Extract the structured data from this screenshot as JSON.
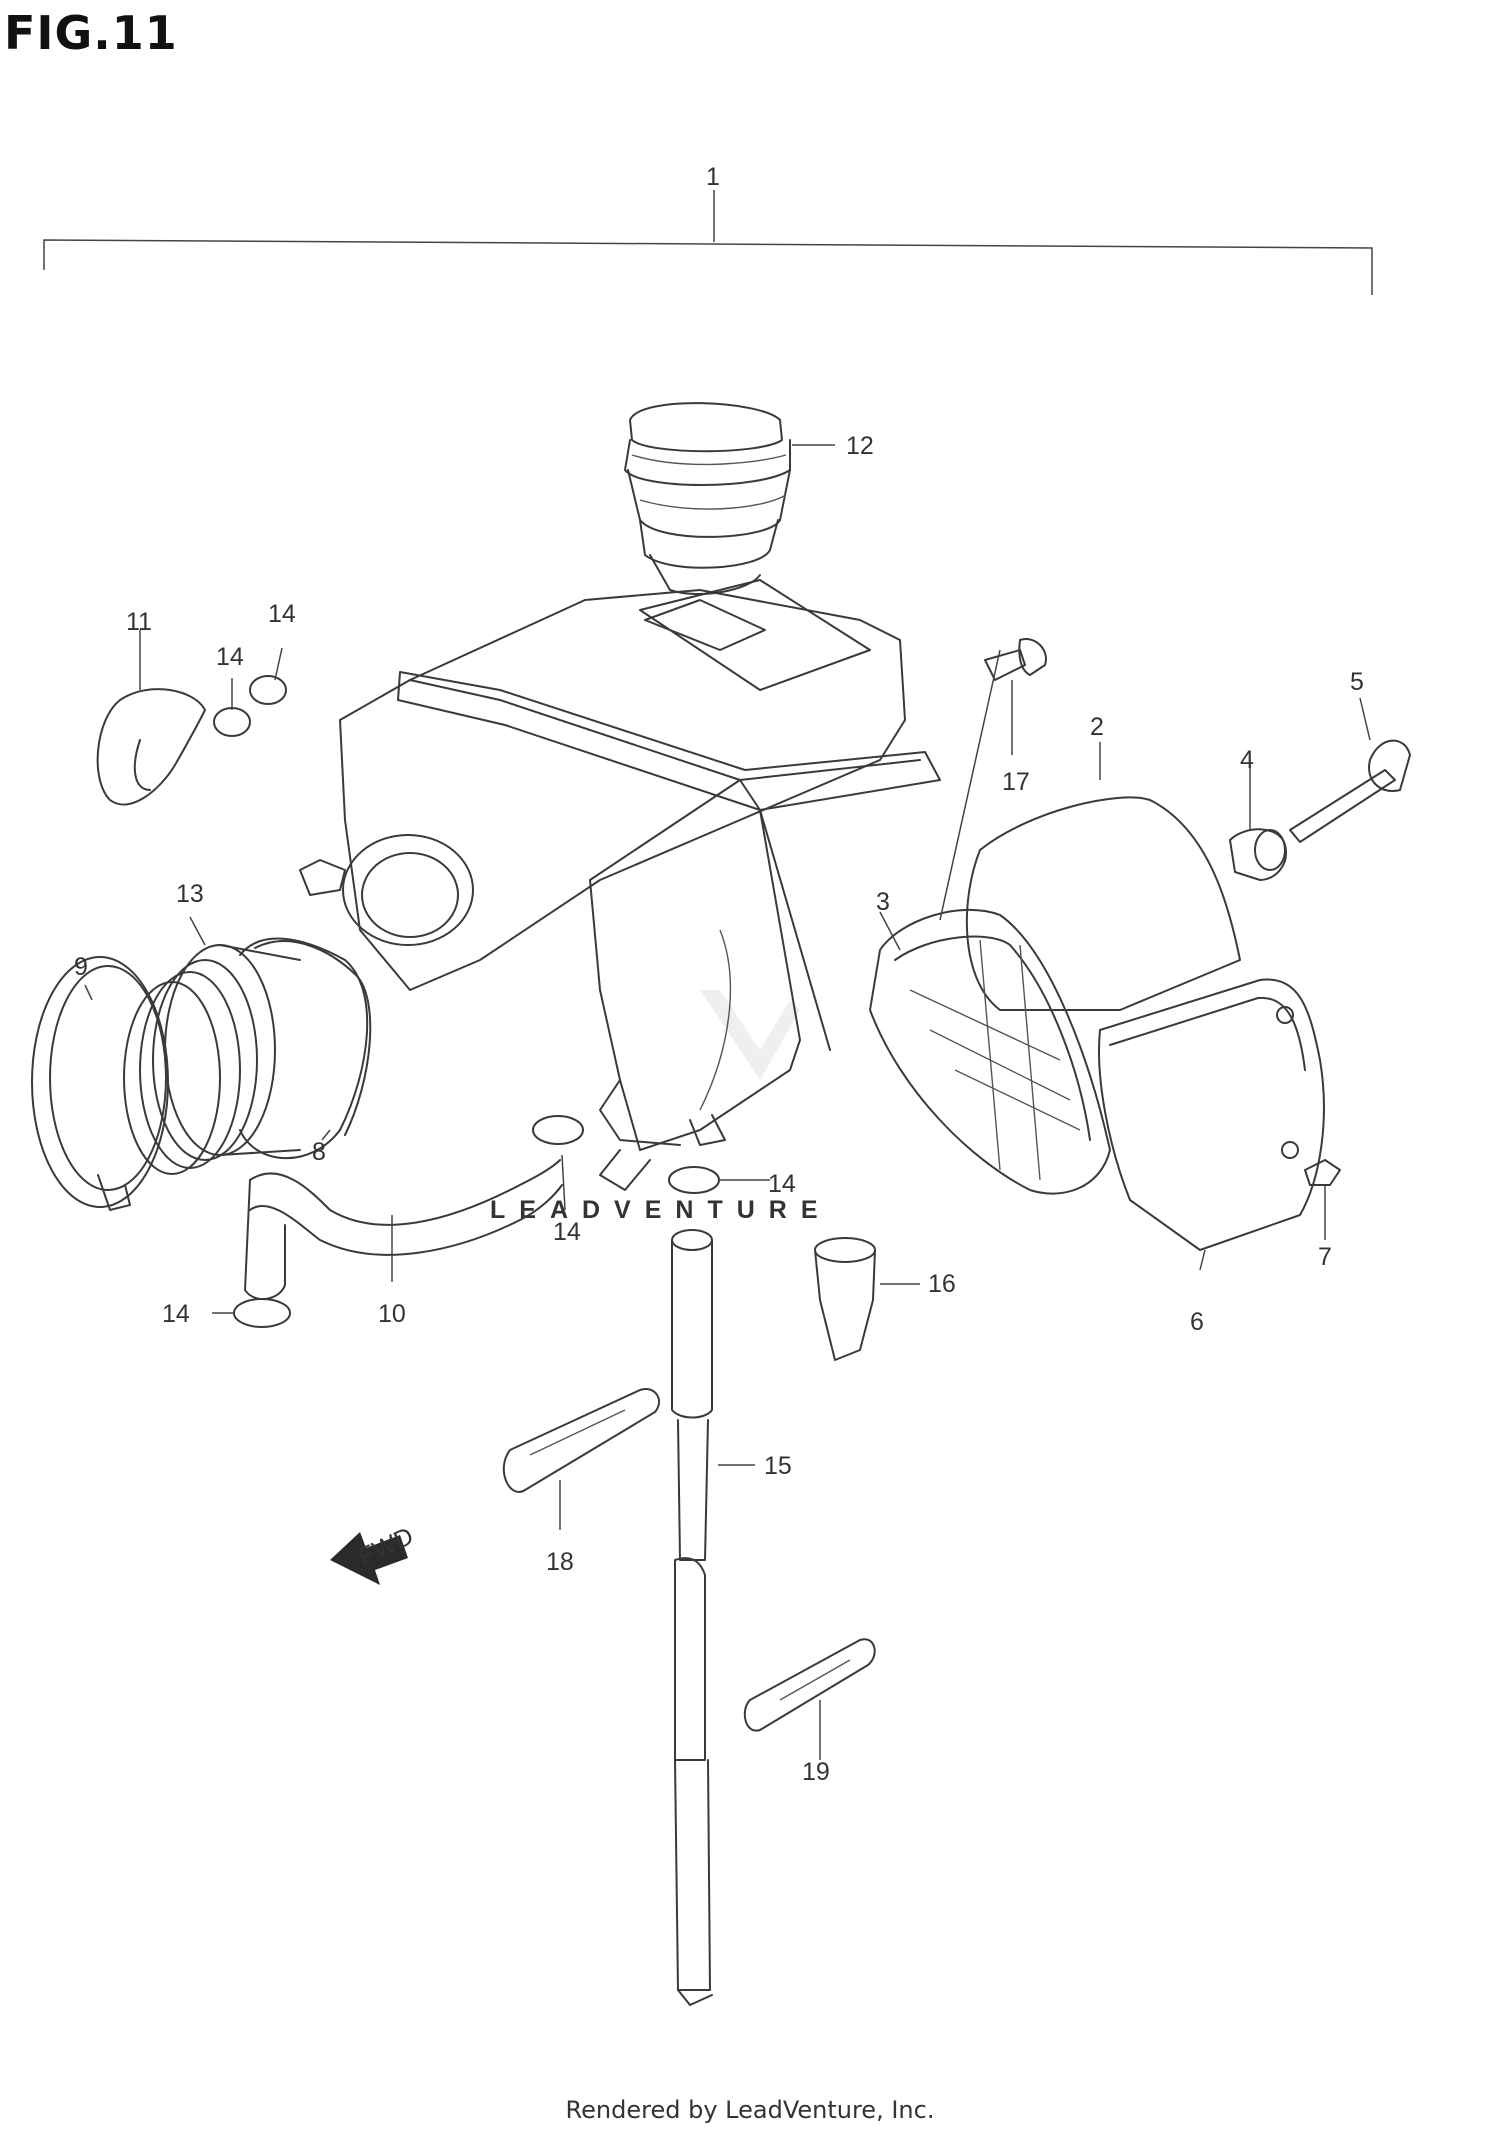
{
  "figure": {
    "title": "FIG.11"
  },
  "watermark": {
    "brand_text": "LEADVENTURE"
  },
  "callouts": {
    "p1": "1",
    "p2": "2",
    "p3": "3",
    "p4": "4",
    "p5": "5",
    "p6": "6",
    "p7": "7",
    "p8": "8",
    "p9": "9",
    "p10": "10",
    "p11": "11",
    "p12": "12",
    "p13": "13",
    "p14a": "14",
    "p14b": "14",
    "p14c": "14",
    "p14d": "14",
    "p14e": "14",
    "p15": "15",
    "p16": "16",
    "p17": "17",
    "p18": "18",
    "p19": "19"
  },
  "fwd_arrow": {
    "label": "FWD"
  },
  "footer": {
    "credit": "Rendered by LeadVenture, Inc."
  }
}
